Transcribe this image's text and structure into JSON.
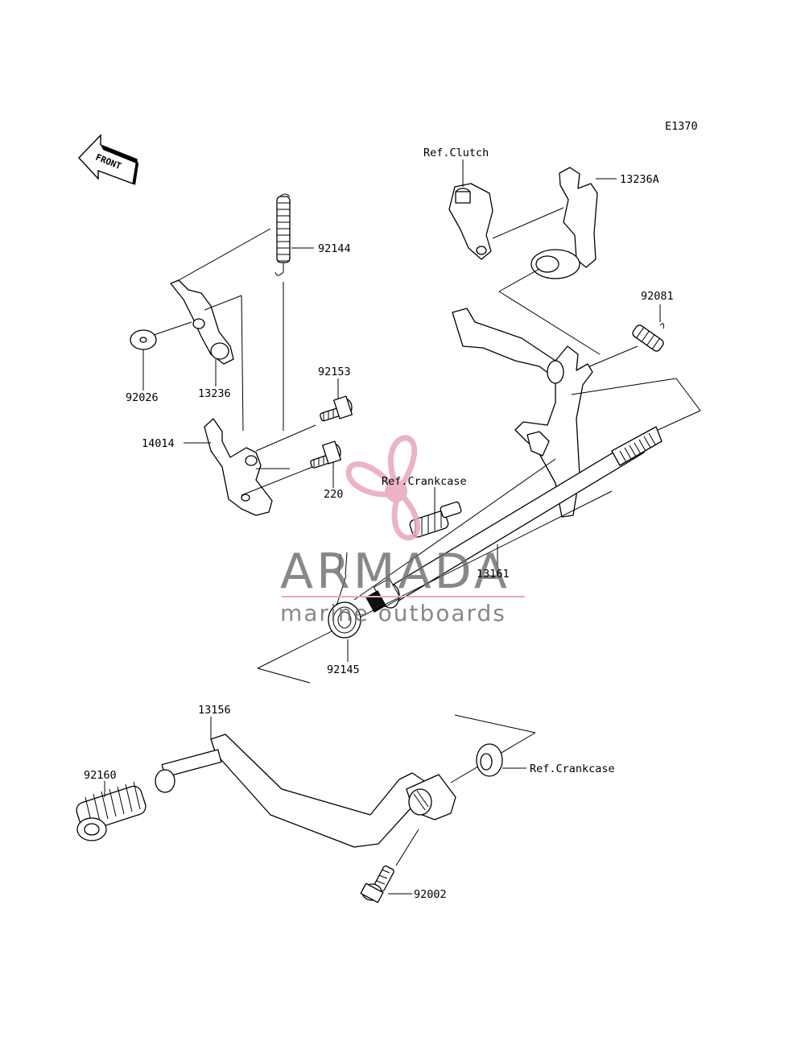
{
  "diagram": {
    "code": "E1370",
    "front_label": "FRONT",
    "labels": {
      "ref_clutch": "Ref.Clutch",
      "p13236A": "13236A",
      "p92144": "92144",
      "p92081": "92081",
      "p92026": "92026",
      "p13236": "13236",
      "p92153": "92153",
      "p14014": "14014",
      "p220": "220",
      "ref_crankcase_top": "Ref.Crankcase",
      "p13161": "13161",
      "p92145": "92145",
      "p13156": "13156",
      "p92160": "92160",
      "ref_crankcase_bottom": "Ref.Crankcase",
      "p92002": "92002"
    }
  },
  "watermark": {
    "brand": "ARMADA",
    "tagline": "marine outboards",
    "accent_color": "#e8a6bf",
    "text_color": "#6b6b6b"
  }
}
